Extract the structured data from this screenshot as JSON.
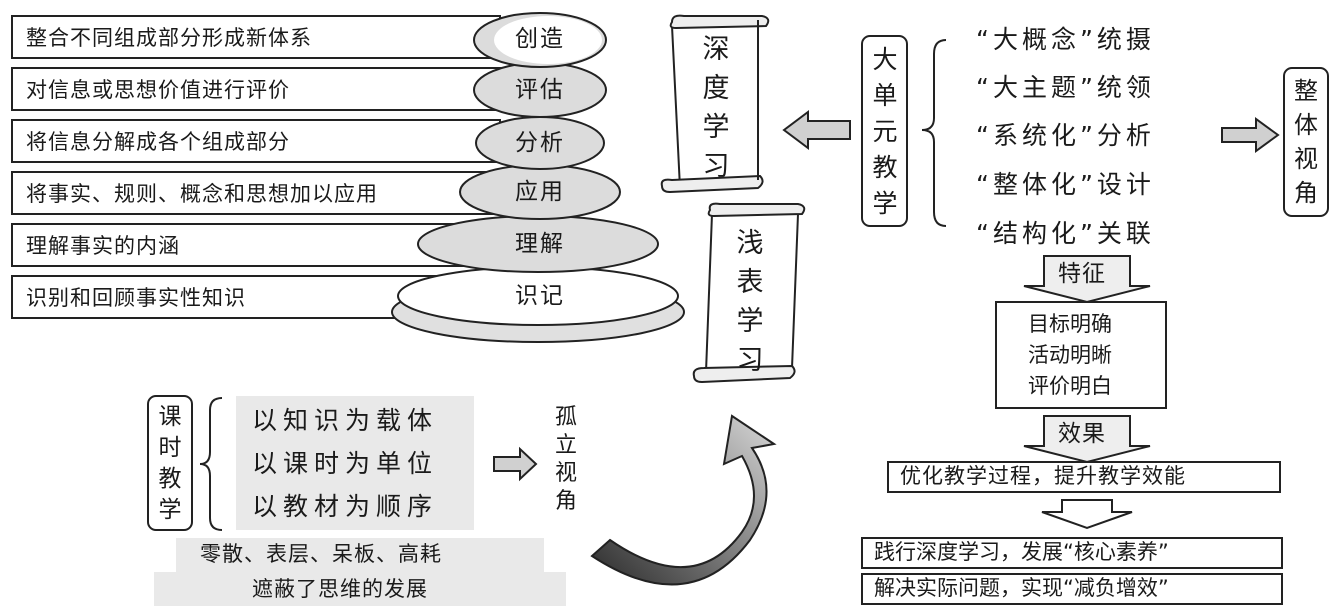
{
  "bloom": {
    "rows": [
      {
        "desc": "整合不同组成部分形成新体系",
        "level": "创造"
      },
      {
        "desc": "对信息或思想价值进行评价",
        "level": "评估"
      },
      {
        "desc": "将信息分解成各个组成部分",
        "level": "分析"
      },
      {
        "desc": "将事实、规则、概念和思想加以应用",
        "level": "应用"
      },
      {
        "desc": "理解事实的内涵",
        "level": "理解"
      },
      {
        "desc": "识别和回顾事实性知识",
        "level": "识记"
      }
    ]
  },
  "deep_learning": "深度学习",
  "shallow_learning": "浅表学习",
  "big_unit": {
    "label": "大单元教学",
    "items": [
      "“大概念”统摄",
      "“大主题”统领",
      "“系统化”分析",
      "“整体化”设计",
      "“结构化”关联"
    ],
    "result": "整体视角"
  },
  "features": {
    "label": "特征",
    "items": [
      "目标明确",
      "活动明晰",
      "评价明白"
    ]
  },
  "effect": {
    "label": "效果",
    "main": "优化教学过程，提升教学效能",
    "outcomes": [
      "践行深度学习，发展“核心素养”",
      "解决实际问题，实现“减负增效”"
    ]
  },
  "lesson": {
    "label": "课时教学",
    "items": [
      "以知识为载体",
      "以课时为单位",
      "以教材为顺序"
    ],
    "result": "孤立视角",
    "problems": [
      "零散、表层、呆板、高耗",
      "遮蔽了思维的发展"
    ]
  }
}
